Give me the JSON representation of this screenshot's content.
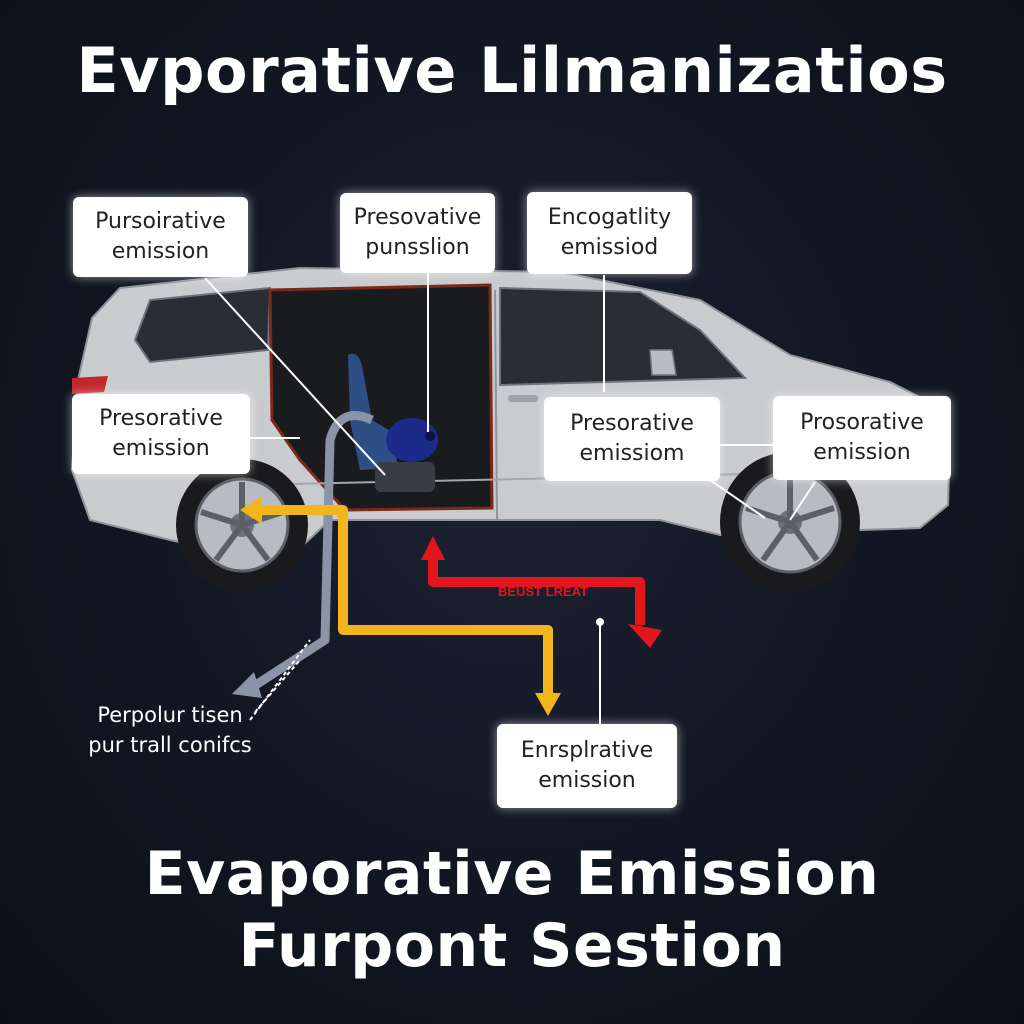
{
  "title_top": "Evporative Lilmanizatios",
  "title_bottom": "Evaporative Emission Furpont Sestion",
  "callouts": [
    {
      "text": "Pursoirative\nemission"
    },
    {
      "text": "Presovative\npunsslion"
    },
    {
      "text": "Encogatlity\nemissiod"
    },
    {
      "text": "Presorative\nemission"
    },
    {
      "text": "Presorative\nemissiom"
    },
    {
      "text": "Prosorative\nemission"
    },
    {
      "text": "Enrsplrative\nemission"
    }
  ],
  "side_note": "Perpolur tisen\npur trall conifcs",
  "arrow_label": "BEUST LREAT",
  "colors": {
    "background": "#121622",
    "car_body": "#c9cbcf",
    "yellow_flow": "#f2b51c",
    "red_flow": "#e3161d",
    "gray_flow": "#8a94a6",
    "callout_bg": "#ffffff"
  }
}
